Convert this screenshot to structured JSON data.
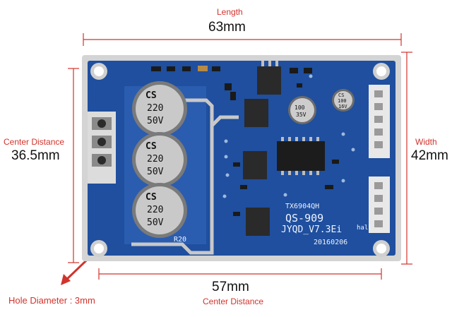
{
  "annotations": {
    "length_title": "Length",
    "length_value": "63mm",
    "center_distance_left_title": "Center Distance",
    "center_distance_left_value": "36.5mm",
    "width_title": "Width",
    "width_value": "42mm",
    "bottom_value": "57mm",
    "bottom_title": "Center Distance",
    "hole_diameter": "Hole Diameter : 3mm"
  },
  "board_silkscreen": {
    "cap_brand": "CS",
    "cap_rating": "220",
    "cap_voltage": "50V",
    "chip_label": "TX6904QH",
    "model": "QS-909",
    "version": "JYQD_V7.3Ei",
    "date": "20160206",
    "resistor_label": "R20",
    "small_cap_brand": "CS",
    "small_cap_rating": "100",
    "small_cap_voltage": "16V",
    "cap100_rating": "100",
    "cap100_voltage": "35V",
    "hall_label": "hall"
  },
  "colors": {
    "annotation_red": "#d2332c",
    "pcb_blue": "#1f4f9e",
    "pcb_dark": "#163c7a",
    "board_edge": "#c9c9c9"
  }
}
